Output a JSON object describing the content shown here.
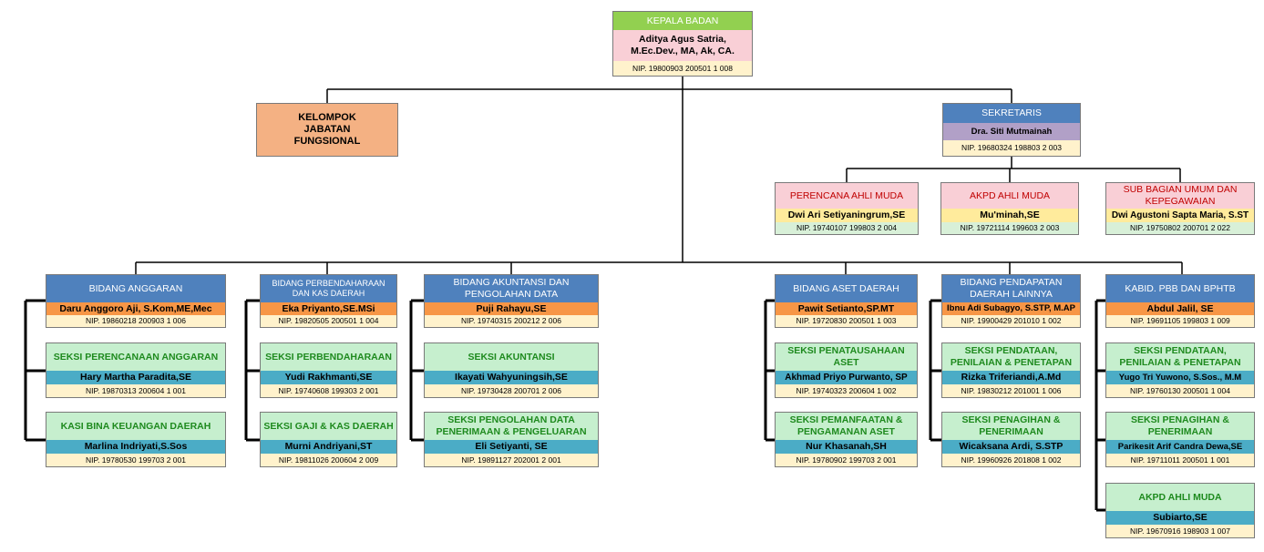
{
  "kepala": {
    "title": "KEPALA BADAN",
    "name": "Aditya Agus Satria, M.Ec.Dev., MA, Ak, CA.",
    "nip": "NIP. 19800903 200501 1 008"
  },
  "fungsional": {
    "title": "KELOMPOK JABATAN FUNGSIONAL"
  },
  "sekretaris": {
    "title": "SEKRETARIS",
    "name": "Dra. Siti Mutmainah",
    "nip": "NIP. 19680324 198803 2 003"
  },
  "perencana": {
    "title": "PERENCANA AHLI MUDA",
    "name": "Dwi Ari Setiyaningrum,SE",
    "nip": "NIP. 19740107 199803 2 004"
  },
  "akpd_sek": {
    "title": "AKPD AHLI MUDA",
    "name": "Mu'minah,SE",
    "nip": "NIP. 19721114 199603 2 003"
  },
  "umum": {
    "title": "SUB BAGIAN UMUM DAN KEPEGAWAIAN",
    "name": "Dwi Agustoni Sapta Maria, S.ST",
    "nip": "NIP. 19750802 200701 2 022"
  },
  "anggaran": {
    "title": "BIDANG ANGGARAN",
    "name": "Daru Anggoro Aji, S.Kom,ME,Mec",
    "nip": "NIP. 19860218 200903 1 006"
  },
  "seksi_perencanaan": {
    "title": "SEKSI PERENCANAAN ANGGARAN",
    "name": "Hary Martha Paradita,SE",
    "nip": "NIP. 19870313 200604 1 001"
  },
  "kasi_bina": {
    "title": "KASI BINA KEUANGAN DAERAH",
    "name": "Marlina Indriyati,S.Sos",
    "nip": "NIP. 19780530 199703 2 001"
  },
  "perbendaharaan": {
    "title": "BIDANG PERBENDAHARAAN DAN KAS DAERAH",
    "name": "Eka Priyanto,SE.MSi",
    "nip": "NIP. 19820505 200501 1 004"
  },
  "seksi_perbendaharaan": {
    "title": "SEKSI PERBENDAHARAAN",
    "name": "Yudi Rakhmanti,SE",
    "nip": "NIP. 19740608 199303 2 001"
  },
  "seksi_gaji": {
    "title": "SEKSI GAJI & KAS DAERAH",
    "name": "Murni Andriyani,ST",
    "nip": "NIP. 19811026 200604 2 009"
  },
  "akuntansi": {
    "title": "BIDANG AKUNTANSI DAN PENGOLAHAN DATA",
    "name": "Puji Rahayu,SE",
    "nip": "NIP. 19740315 200212 2 006"
  },
  "seksi_akuntansi": {
    "title": "SEKSI AKUNTANSI",
    "name": "Ikayati Wahyuningsih,SE",
    "nip": "NIP. 19730428 200701 2 006"
  },
  "seksi_pengolahan": {
    "title": "SEKSI PENGOLAHAN DATA PENERIMAAN & PENGELUARAN",
    "name": "Eli Setiyanti, SE",
    "nip": "NIP. 19891127 202001 2 001"
  },
  "aset": {
    "title": "BIDANG ASET DAERAH",
    "name": "Pawit Setianto,SP.MT",
    "nip": "NIP. 19720830 200501 1 003"
  },
  "seksi_penatausahaan": {
    "title": "SEKSI PENATAUSAHAAN ASET",
    "name": "Akhmad Priyo Purwanto, SP",
    "nip": "NIP. 19740323 200604 1 002"
  },
  "seksi_pemanfaatan": {
    "title": "SEKSI PEMANFAATAN & PENGAMANAN ASET",
    "name": "Nur Khasanah,SH",
    "nip": "NIP. 19780902 199703 2 001"
  },
  "pendapatan": {
    "title": "BIDANG PENDAPATAN DAERAH LAINNYA",
    "name": "Ibnu Adi Subagyo, S.STP, M.AP",
    "nip": "NIP. 19900429 201010 1 002"
  },
  "seksi_pendataan": {
    "title": "SEKSI PENDATAAN, PENILAIAN & PENETAPAN",
    "name": "Rizka Triferiandi,A.Md",
    "nip": "NIP. 19830212 201001 1 006"
  },
  "seksi_penagihan": {
    "title": "SEKSI PENAGIHAN & PENERIMAAN",
    "name": "Wicaksana Ardi, S.STP",
    "nip": "NIP. 19960926 201808 1 002"
  },
  "pbb": {
    "title": "KABID. PBB DAN BPHTB",
    "name": "Abdul Jalil, SE",
    "nip": "NIP. 19691105 199803 1 009"
  },
  "seksi_pendataan_pbb": {
    "title": "SEKSI PENDATAAN, PENILAIAN & PENETAPAN",
    "name": "Yugo Tri Yuwono, S.Sos., M.M",
    "nip": "NIP. 19760130 200501 1 004"
  },
  "seksi_penagihan_pbb": {
    "title": "SEKSI PENAGIHAN & PENERIMAAN",
    "name": "Parikesit Arif Candra Dewa,SE",
    "nip": "NIP. 19711011 200501 1 001"
  },
  "akpd_pbb": {
    "title": "AKPD AHLI MUDA",
    "name": "Subiarto,SE",
    "nip": "NIP. 19670916 198903 1 007"
  }
}
